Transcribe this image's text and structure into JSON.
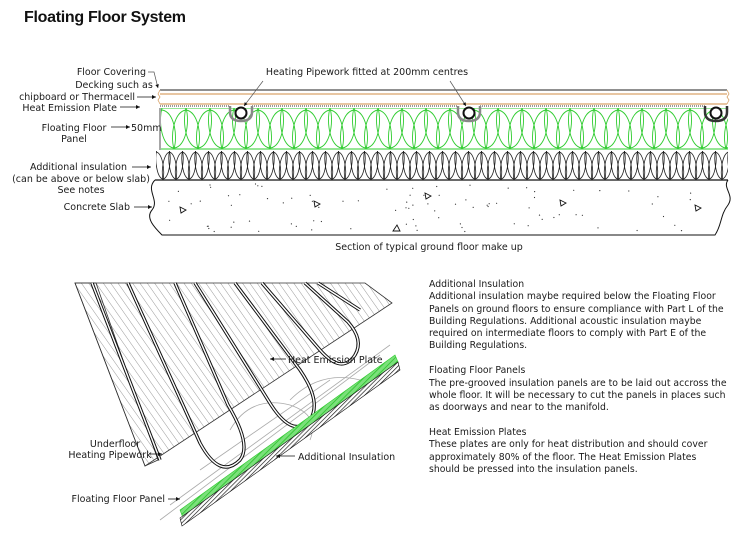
{
  "title": "Floating Floor System",
  "colors": {
    "insulation_green": "#2ecc2e",
    "decking_tan": "#d9a36a",
    "line_dark": "#1a1a1a",
    "plate_grey": "#9a9a9a"
  },
  "section": {
    "caption": "Section of typical ground floor make up",
    "pipe_callout": "Heating Pipework fitted at 200mm centres",
    "dimension": "50mm",
    "labels": {
      "floor_covering": "Floor Covering",
      "decking_line1": "Decking such as",
      "decking_line2": "chipboard or Thermacell",
      "heat_emission_plate": "Heat Emission Plate",
      "floating_floor_panel_line1": "Floating Floor",
      "floating_floor_panel_line2": "Panel",
      "additional_insulation_line1": "Additional insulation",
      "additional_insulation_line2": "(can be above or below slab)",
      "additional_insulation_line3": "See notes",
      "concrete_slab": "Concrete Slab"
    }
  },
  "isometric": {
    "labels": {
      "heat_emission_plate": "Heat Emission Plate",
      "underfloor_pipework_line1": "Underfloor",
      "underfloor_pipework_line2": "Heating Pipework",
      "additional_insulation": "Additional Insulation",
      "floating_floor_panel": "Floating Floor Panel"
    }
  },
  "notes": [
    {
      "heading": "Additional Insulation",
      "body": "Additional insulation maybe required below the Floating Floor Panels on ground floors to ensure compliance with Part L of the Building Regulations. Additional acoustic insulation maybe required on intermediate floors to comply with Part E of the Building Regulations."
    },
    {
      "heading": "Floating Floor Panels",
      "body": "The pre-grooved insulation panels are to be laid out accross the whole floor. It will be necessary to cut the panels in places such as doorways and near to the manifold."
    },
    {
      "heading": "Heat Emission Plates",
      "body": "These plates are only for heat distribution and should cover approximately 80% of the floor. The Heat Emission Plates should be pressed into the insulation panels."
    }
  ]
}
